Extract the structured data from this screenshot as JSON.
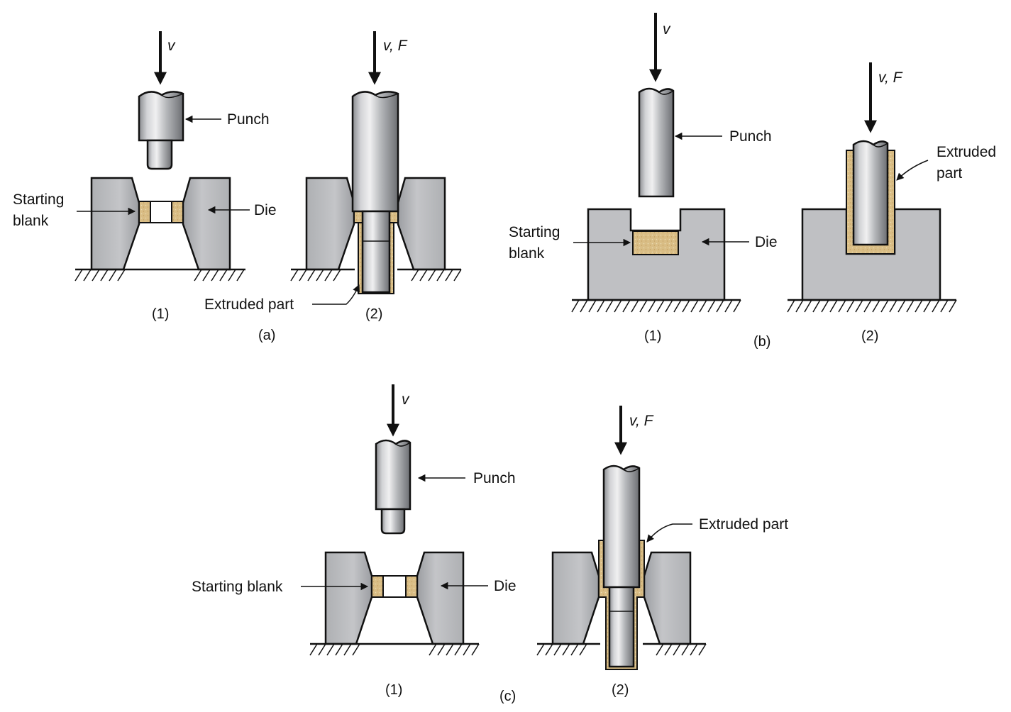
{
  "colors": {
    "metal_light": "#d9dadc",
    "metal_mid": "#a9abae",
    "metal_dark": "#6d6f73",
    "billet": "#d8b77a",
    "billet_speckle": "#e8d6a8",
    "outline": "#1a1a1a",
    "die_face": "#bcbdc0",
    "die_shadow": "#8e9094"
  },
  "icons": [
    "downward-force-arrow-icon",
    "label-leader-arrow-icon",
    "ground-hatch-icon"
  ],
  "panel_a": {
    "caption": "(a)",
    "step1": {
      "number": "(1)",
      "velocity": "v",
      "punch": "Punch",
      "blank_line1": "Starting",
      "blank_line2": "blank",
      "die": "Die"
    },
    "step2": {
      "number": "(2)",
      "velocity": "v, F",
      "extruded": "Extruded part"
    }
  },
  "panel_b": {
    "caption": "(b)",
    "step1": {
      "number": "(1)",
      "velocity": "v",
      "punch": "Punch",
      "blank_line1": "Starting",
      "blank_line2": "blank",
      "die": "Die"
    },
    "step2": {
      "number": "(2)",
      "velocity": "v, F",
      "extruded_line1": "Extruded",
      "extruded_line2": "part"
    }
  },
  "panel_c": {
    "caption": "(c)",
    "step1": {
      "number": "(1)",
      "velocity": "v",
      "punch": "Punch",
      "blank": "Starting blank",
      "die": "Die"
    },
    "step2": {
      "number": "(2)",
      "velocity": "v, F",
      "extruded": "Extruded part"
    }
  }
}
